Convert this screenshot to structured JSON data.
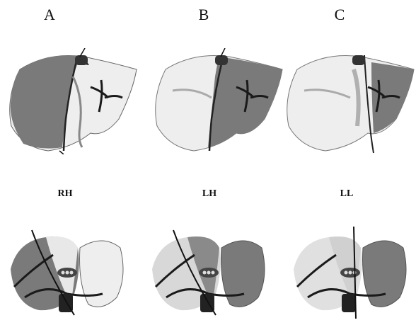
{
  "columns": [
    {
      "label": "A",
      "sublabel": "RH",
      "shaded": "right"
    },
    {
      "label": "B",
      "sublabel": "LH",
      "shaded": "left"
    },
    {
      "label": "C",
      "sublabel": "LL",
      "shaded": "lateral"
    }
  ],
  "colors": {
    "dark": "#7a7a7a",
    "mid": "#b9b9b9",
    "light": "#eeeeee",
    "vessel": "#1a1a1a"
  }
}
